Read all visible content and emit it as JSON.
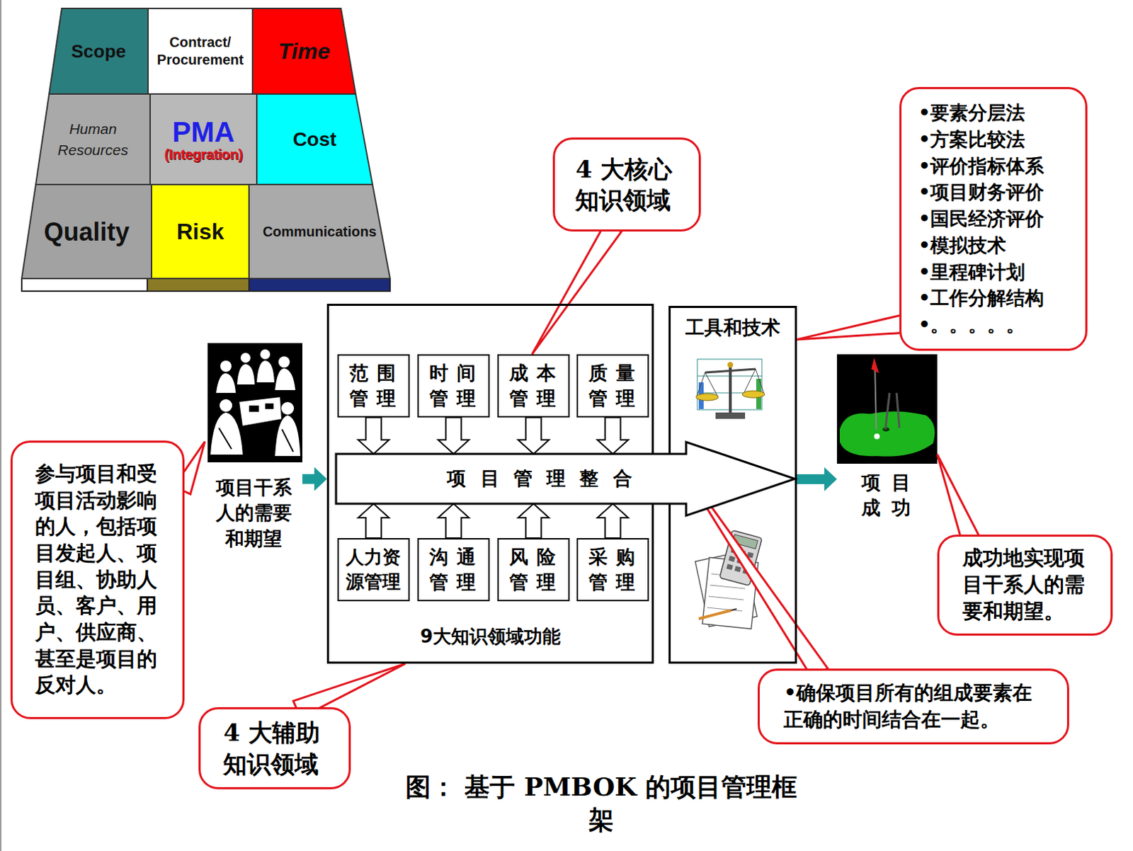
{
  "diagram": {
    "caption": "图： 基于 PMBOK 的项目管理框架",
    "nodes": [
      {
        "text": [
          "Scope"
        ]
      },
      {
        "text": [
          "Contract/ Procurement"
        ]
      },
      {
        "text": [
          "Time"
        ]
      },
      {
        "text": [
          "Human Resources"
        ]
      },
      {
        "text": [
          "PMA",
          "(Integration)"
        ]
      },
      {
        "text": [
          "Cost"
        ]
      },
      {
        "text": [
          "Quality"
        ]
      },
      {
        "text": [
          "Risk"
        ]
      },
      {
        "text": [
          "Communications"
        ]
      },
      {
        "text": [
          "4 大核心知识领域"
        ]
      },
      {
        "text": [
          "•要素分层法",
          "•方案比较法",
          "•评价指标体系",
          "•项目财务评价",
          "•国民经济评价",
          "•模拟技术",
          "•里程碑计划",
          "•工作分解结构",
          "•。。。。。"
        ]
      },
      {
        "text": [
          "项目干系人的需要和期望"
        ]
      },
      {
        "text": [
          "9大知识领域功能"
        ]
      },
      {
        "text": [
          "范围管理"
        ],
        "in": 12
      },
      {
        "text": [
          "时间管理"
        ],
        "in": 12
      },
      {
        "text": [
          "成本管理"
        ],
        "in": 12
      },
      {
        "text": [
          "质量管理"
        ],
        "in": 12
      },
      {
        "text": [
          "项目管理整合"
        ]
      },
      {
        "text": [
          "人力资源管理"
        ],
        "in": 12
      },
      {
        "text": [
          "沟通管理"
        ],
        "in": 12
      },
      {
        "text": [
          "风险管理"
        ],
        "in": 12
      },
      {
        "text": [
          "采购管理"
        ],
        "in": 12
      },
      {
        "text": [
          "工具和技术"
        ]
      },
      {
        "text": [
          "项目成功"
        ]
      },
      {
        "text": [
          "参与项目和受项目活动影响的人，包括项目发起人、项目组、协助人员、客户、用户、供应商、甚至是项目的反对人。"
        ]
      },
      {
        "text": [
          "成功地实现项目干系人的需要和期望。"
        ]
      },
      {
        "text": [
          "•确保项目所有的组成要素在正确的时间结合在一起。"
        ]
      },
      {
        "text": [
          "4 大辅助知识领域"
        ]
      }
    ],
    "edges": [
      {
        "from": 11,
        "to": 12,
        "arrow": "to"
      },
      {
        "from": 13,
        "to": 17,
        "arrow": "to"
      },
      {
        "from": 14,
        "to": 17,
        "arrow": "to"
      },
      {
        "from": 15,
        "to": 17,
        "arrow": "to"
      },
      {
        "from": 16,
        "to": 17,
        "arrow": "to"
      },
      {
        "from": 18,
        "to": 17,
        "arrow": "to"
      },
      {
        "from": 19,
        "to": 17,
        "arrow": "to"
      },
      {
        "from": 20,
        "to": 17,
        "arrow": "to"
      },
      {
        "from": 21,
        "to": 17,
        "arrow": "to"
      },
      {
        "from": 22,
        "to": 23,
        "arrow": "to"
      },
      {
        "from": 9,
        "to": 15,
        "arrow": "none"
      },
      {
        "from": 10,
        "to": 22,
        "arrow": "none"
      },
      {
        "from": 24,
        "to": 11,
        "arrow": "none"
      },
      {
        "from": 27,
        "to": 12,
        "arrow": "none"
      },
      {
        "from": 26,
        "to": 17,
        "arrow": "none"
      },
      {
        "from": 25,
        "to": 23,
        "arrow": "none"
      }
    ]
  }
}
